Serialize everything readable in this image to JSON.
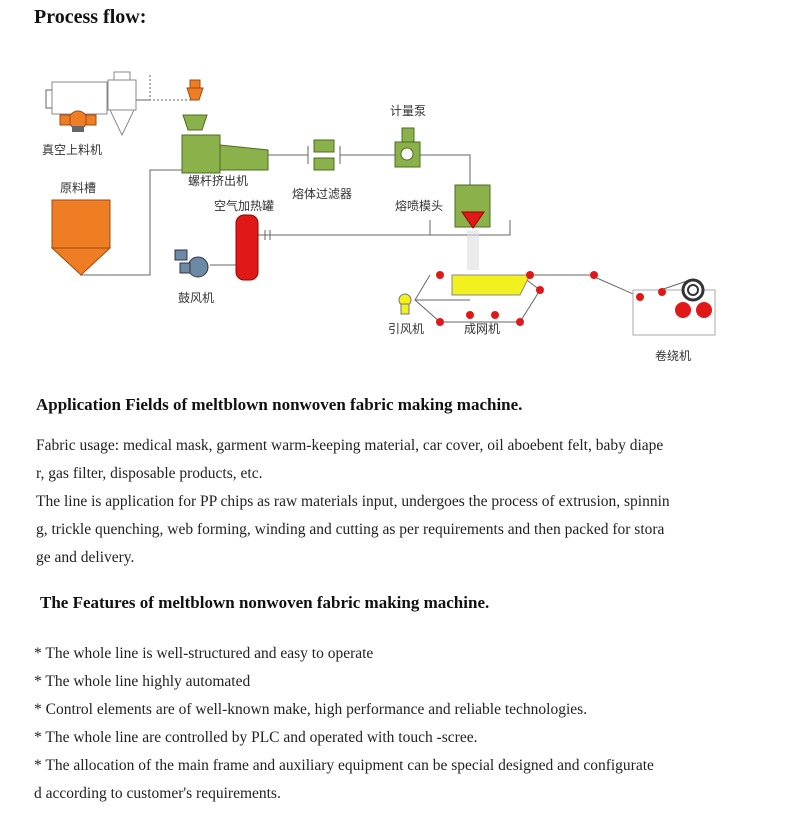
{
  "page_title": "Process flow:",
  "diagram": {
    "labels": {
      "vacuum_loader": "真空上料机",
      "screw_extruder": "螺杆挤出机",
      "metering_pump": "计量泵",
      "raw_material_tank": "原料槽",
      "melt_filter": "熔体过滤器",
      "air_heating_tank": "空气加热罐",
      "meltblown_die": "熔喷模头",
      "blower": "鼓风机",
      "suction_fan": "引风机",
      "web_former": "成网机",
      "winder": "卷绕机"
    },
    "colors": {
      "orange": "#ef7d23",
      "green": "#8ab14a",
      "red": "#e01818",
      "yellow": "#f3f020",
      "line": "#555555",
      "steel": "#6d8aa5"
    }
  },
  "application": {
    "heading": "Application Fields of meltblown nonwoven fabric making machine.",
    "lines": [
      "Fabric usage: medical mask, garment warm-keeping material, car cover, oil aboebent felt, baby diape",
      "r, gas filter, disposable products, etc.",
      "The line is application for PP chips as raw materials input, undergoes the process of extrusion, spinnin",
      "g, trickle quenching, web forming, winding and cutting as per requirements and then packed for stora",
      "ge and delivery."
    ]
  },
  "features": {
    "heading": "The Features of meltblown nonwoven fabric making machine.",
    "lines": [
      "* The whole line is well-structured and easy to operate",
      "* The whole line highly automated",
      "* Control elements are of well-known make, high performance and reliable technologies.",
      "* The whole line are controlled by PLC and operated with touch -scree.",
      "* The allocation of the main frame and auxiliary equipment can be special designed and configurate",
      "d according to customer's requirements."
    ]
  }
}
